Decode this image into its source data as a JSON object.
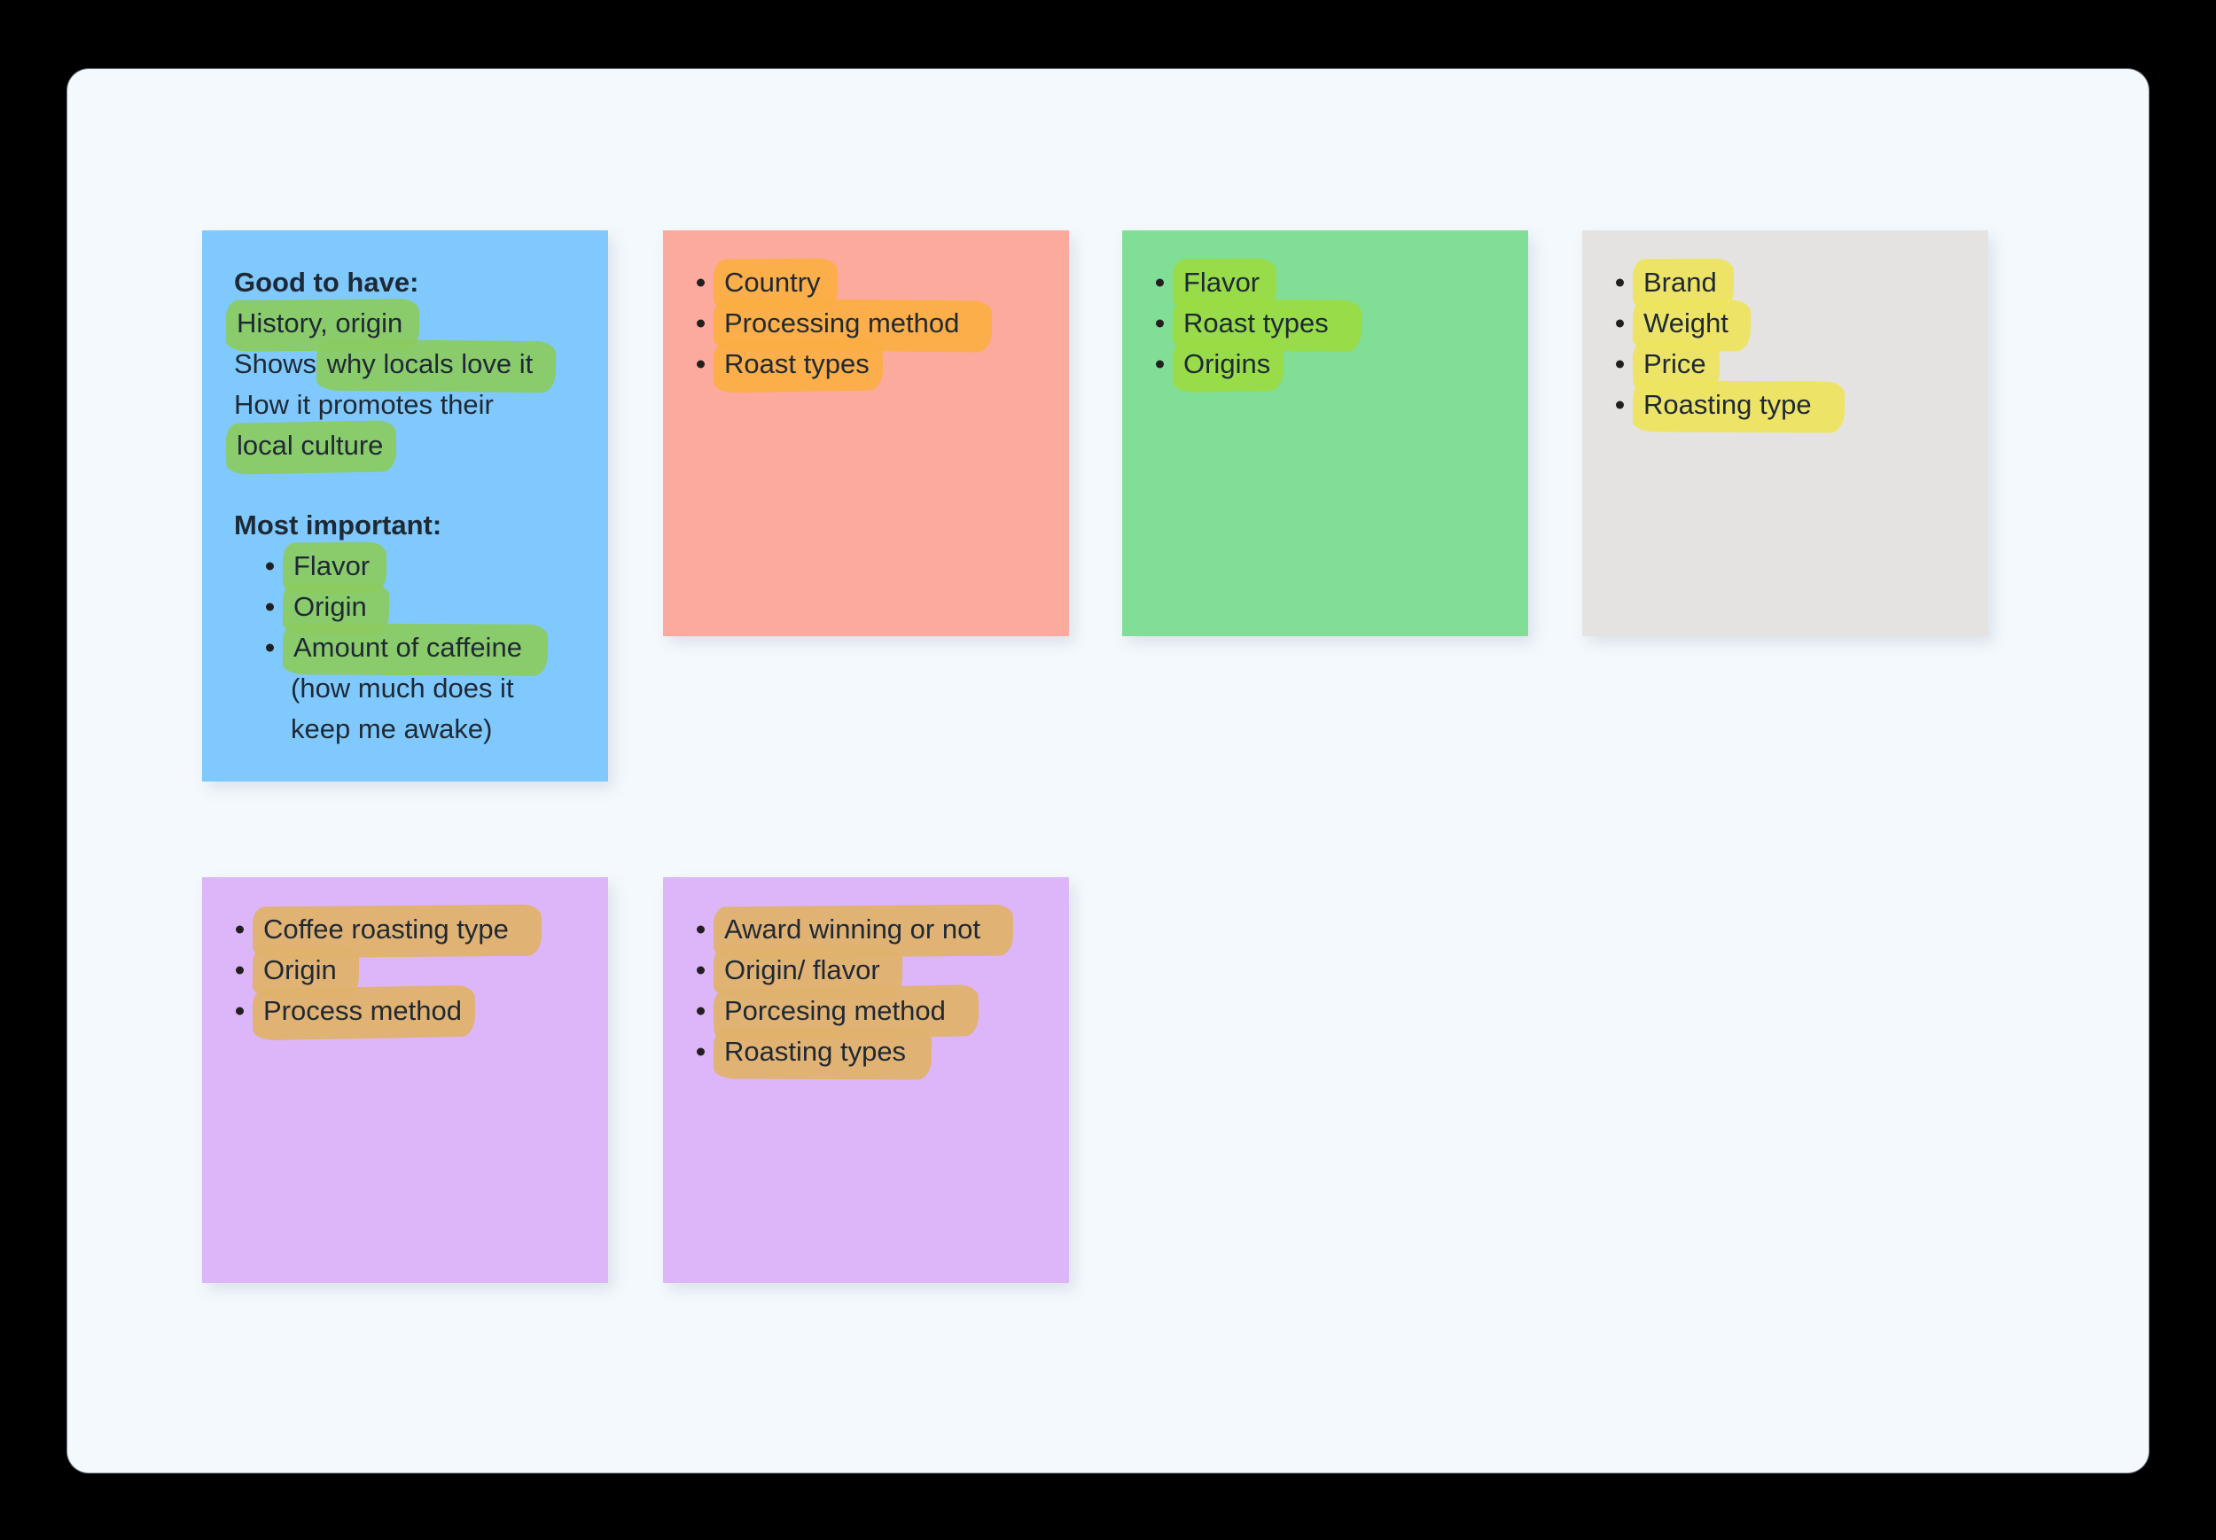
{
  "canvas": {
    "background_color": "#F4F9FD",
    "outer_background_color": "#000000"
  },
  "notes": [
    {
      "id": "note-good-to-have",
      "color_name": "blue",
      "color": "#7FC9FF",
      "heading_1": "Good to have:",
      "plain_lines": [
        "History, origin",
        "Shows why locals love it",
        "How it promotes their",
        "local culture"
      ],
      "heading_2": "Most important:",
      "items": [
        "Flavor",
        "Origin",
        "Amount of caffeine",
        "(how much does it",
        "keep me awake)"
      ],
      "highlight_color": "#8BCB5F"
    },
    {
      "id": "note-country",
      "color_name": "salmon",
      "color": "#FCAA9D",
      "items": [
        "Country",
        "Processing method",
        "Roast types"
      ],
      "highlight_color": "#FBAE45"
    },
    {
      "id": "note-flavor",
      "color_name": "green",
      "color": "#81DE96",
      "items": [
        "Flavor",
        "Roast types",
        "Origins"
      ],
      "highlight_color": "#9ADB43"
    },
    {
      "id": "note-brand",
      "color_name": "gray",
      "color": "#E5E3E1",
      "items": [
        "Brand",
        "Weight",
        "Price",
        "Roasting type"
      ],
      "highlight_color": "#EDE460"
    },
    {
      "id": "note-coffee-roasting",
      "color_name": "purple",
      "color": "#DCB6F9",
      "items": [
        "Coffee roasting type",
        "Origin",
        "Process method"
      ],
      "highlight_color": "#DFB26C"
    },
    {
      "id": "note-award-winning",
      "color_name": "purple",
      "color": "#DCB6F9",
      "items": [
        "Award winning or not",
        "Origin/ flavor",
        "Porcesing method",
        "Roasting types"
      ],
      "highlight_color": "#DFB26C"
    }
  ]
}
